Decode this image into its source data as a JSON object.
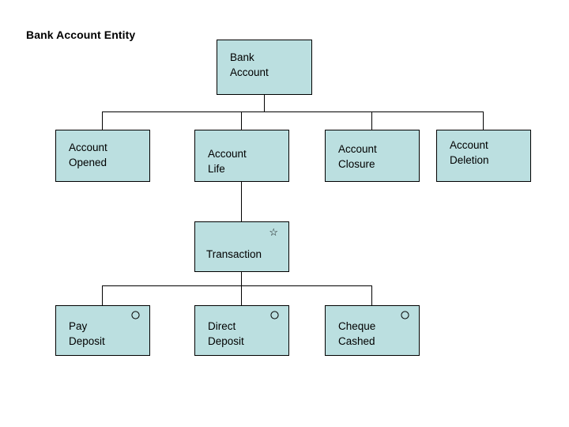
{
  "diagram": {
    "title": "Bank Account Entity",
    "fill_color": "#bbdfe0",
    "border_color": "#000000",
    "background_color": "#ffffff",
    "root": {
      "id": "bank-account",
      "label": "Bank\nAccount"
    },
    "level2": [
      {
        "id": "account-opened",
        "label": "Account\nOpened"
      },
      {
        "id": "account-life",
        "label": "Account\nLife"
      },
      {
        "id": "account-closure",
        "label": "Account\nClosure"
      },
      {
        "id": "account-deletion",
        "label": "Account\nDeletion"
      }
    ],
    "level3": {
      "id": "transaction",
      "label": "Transaction",
      "badge": "star-icon"
    },
    "level4": [
      {
        "id": "pay-deposit",
        "label": "Pay\nDeposit",
        "badge": "circle-icon"
      },
      {
        "id": "direct-deposit",
        "label": "Direct\nDeposit",
        "badge": "circle-icon"
      },
      {
        "id": "cheque-cashed",
        "label": "Cheque\nCashed",
        "badge": "circle-icon"
      }
    ],
    "badges": {
      "star_glyph": "☆"
    }
  }
}
